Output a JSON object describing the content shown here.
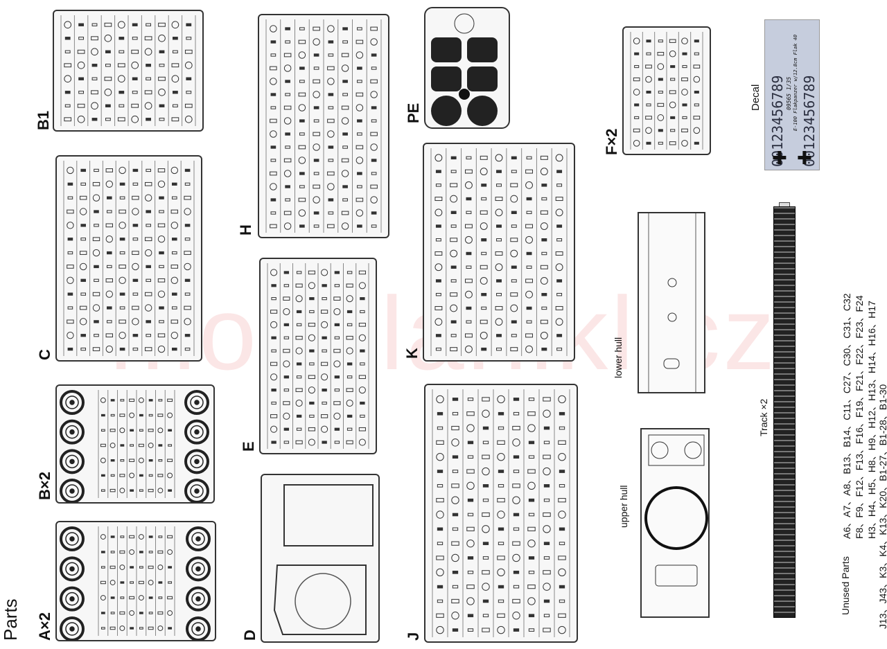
{
  "watermark": "modelarlikl.cz",
  "page_title": "Parts",
  "sprues": {
    "a": "A×2",
    "b1": "B1",
    "b": "B×2",
    "c": "C",
    "d": "D",
    "e": "E",
    "h": "H",
    "j": "J",
    "k": "K",
    "pe": "PE",
    "f": "F×2"
  },
  "decal": {
    "label": "Decal",
    "digits_1": "0012345678​9",
    "digits_2": "00123456789",
    "caption_1": "09565 1/35",
    "caption_2": "E-100 Flakpanzer w/12.8cm Flak 40"
  },
  "hulls": {
    "lower": "lower hull",
    "upper": "upper hull"
  },
  "track_label": "Track ×2",
  "unused": {
    "label": "Unused Parts",
    "line1": "A6、A7、A8、B13、B14、C11、C27、C30、C31、C32",
    "line2": "F8、F9、F12、F13、F16、F19、F21、F22、F23、F24",
    "line3": "H3、H4、H5、H8、H9、H12、H13、H14、H16、H17",
    "line4": "J13、J43、K3、K4、K13、K20、B1-27、B1-28、B1-30"
  }
}
